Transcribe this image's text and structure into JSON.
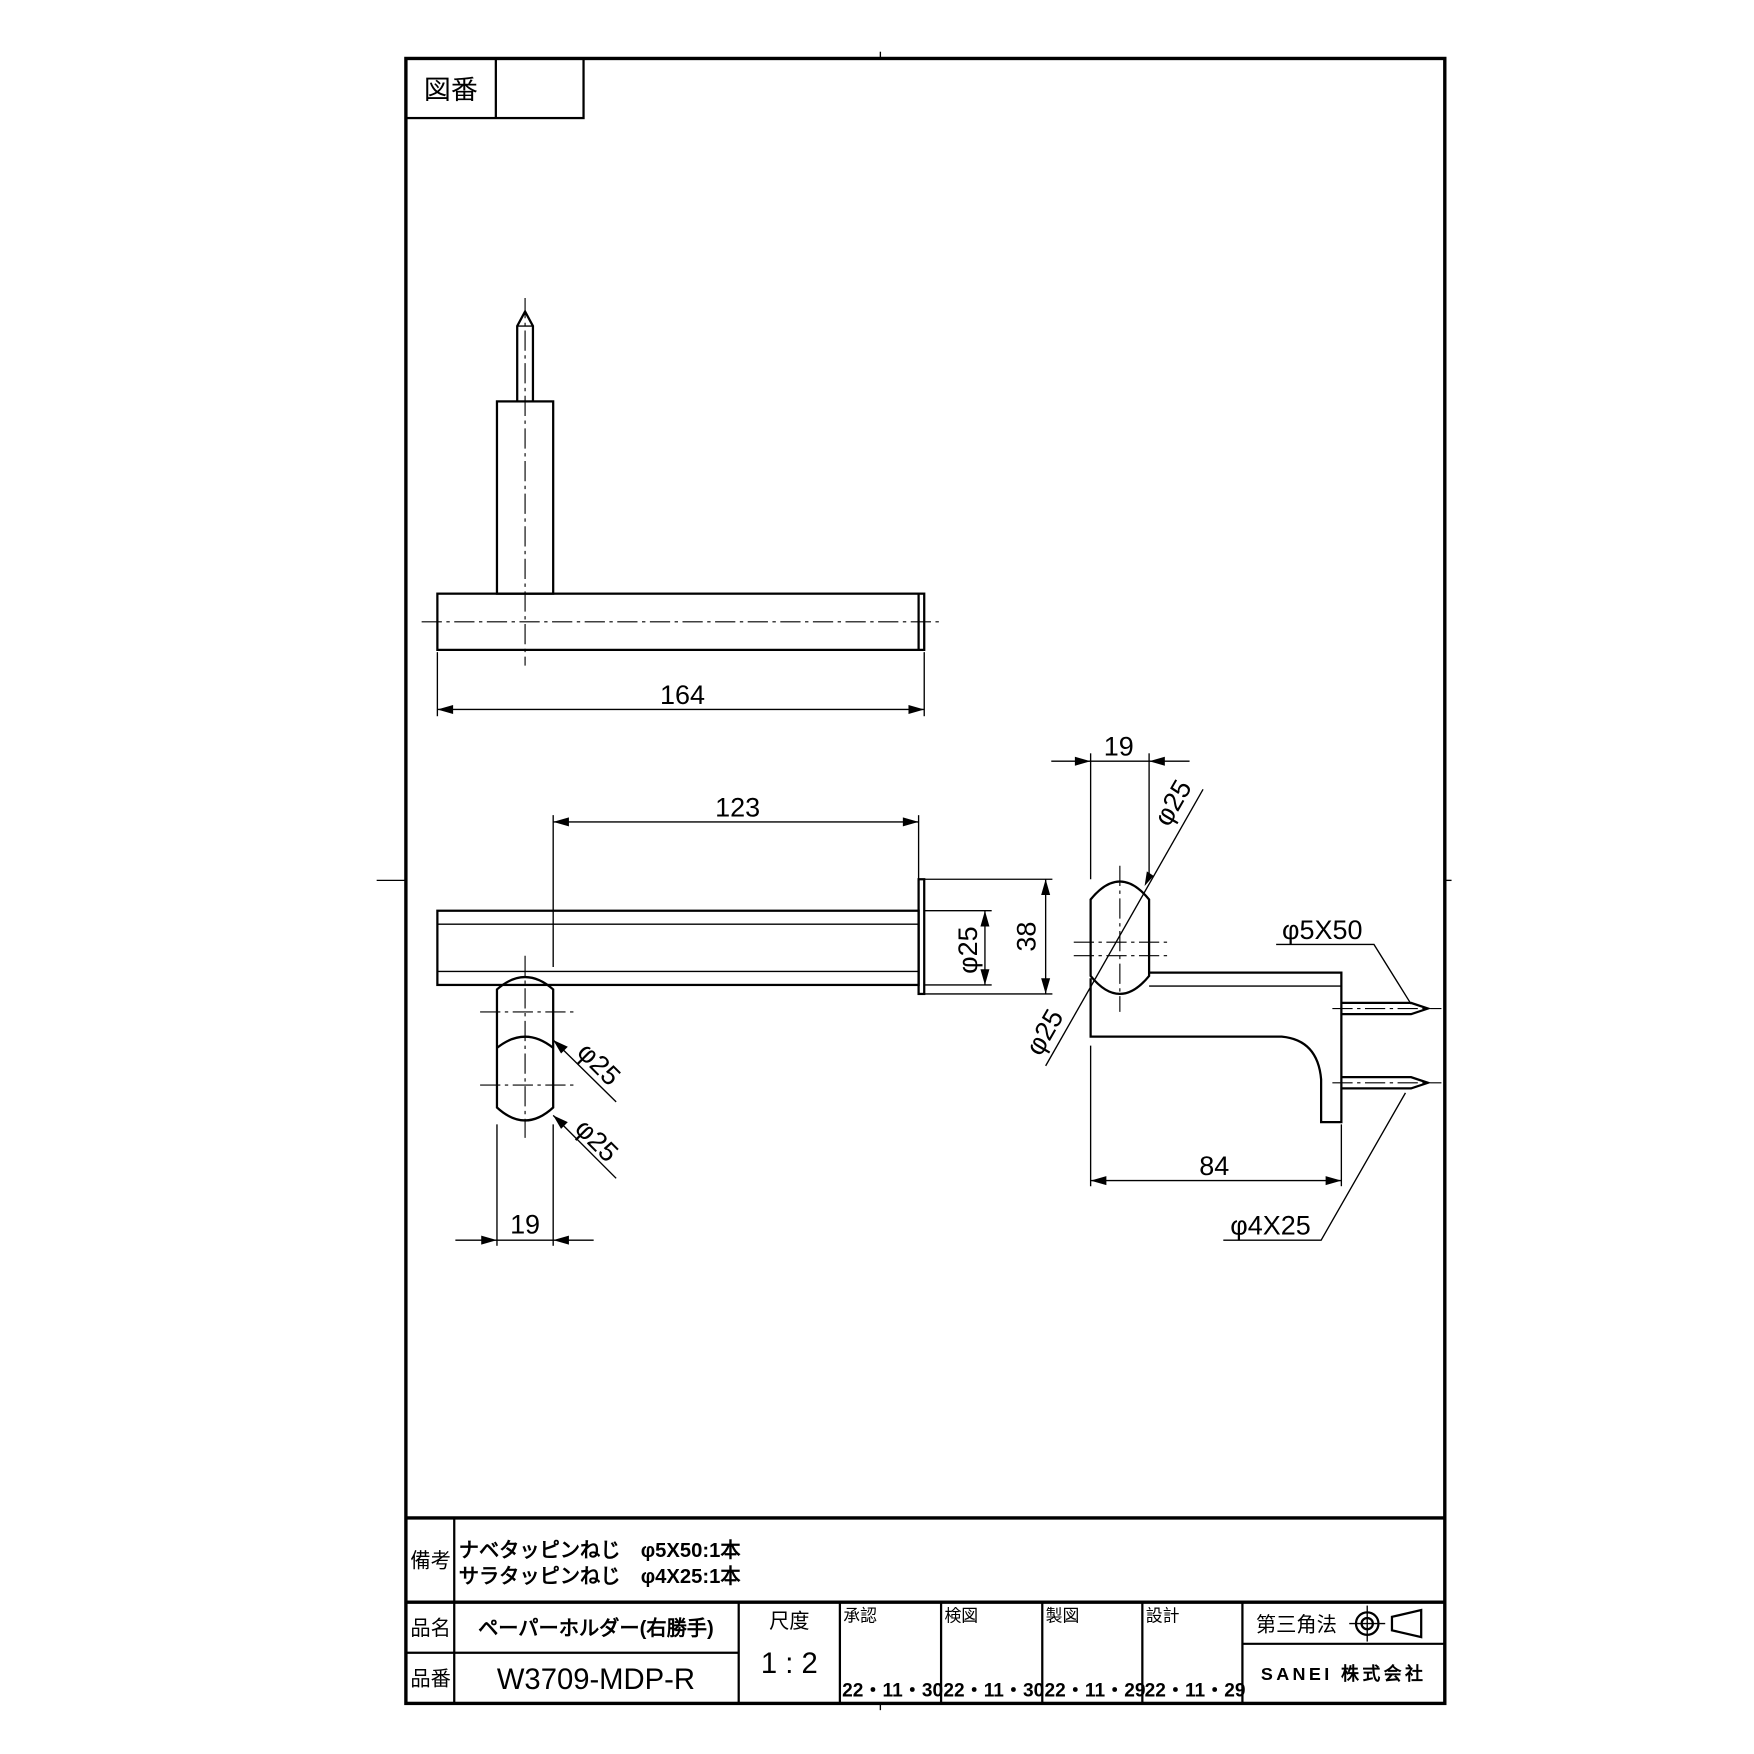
{
  "header": {
    "drawing_number_label": "図番",
    "drawing_number_value": ""
  },
  "dimensions": {
    "top_length": "164",
    "front_length": "123",
    "front_dia": "φ25",
    "front_height": "38",
    "rosette_dia_1": "φ25",
    "rosette_dia_2": "φ25",
    "rosette_width": "19",
    "side_width": "19",
    "side_dia_top": "φ25",
    "side_dia_bottom": "φ25",
    "screw_1": "φ5X50",
    "depth": "84",
    "screw_2": "φ4X25"
  },
  "title_block": {
    "remarks_label": "備考",
    "remarks": [
      "ナベタッピンねじ　φ5X50:1本",
      "サラタッピンねじ　φ4X25:1本"
    ],
    "name_label": "品名",
    "name_value": "ペーパーホルダー(右勝手)",
    "number_label": "品番",
    "number_value": "W3709-MDP-R",
    "scale_label": "尺度",
    "scale_value": "1 : 2",
    "approvals": [
      {
        "label": "承認",
        "date": "22・11・30"
      },
      {
        "label": "検図",
        "date": "22・11・30"
      },
      {
        "label": "製図",
        "date": "22・11・29"
      },
      {
        "label": "設計",
        "date": "22・11・29"
      }
    ],
    "projection_label": "第三角法",
    "company": "SANEI 株式会社"
  }
}
